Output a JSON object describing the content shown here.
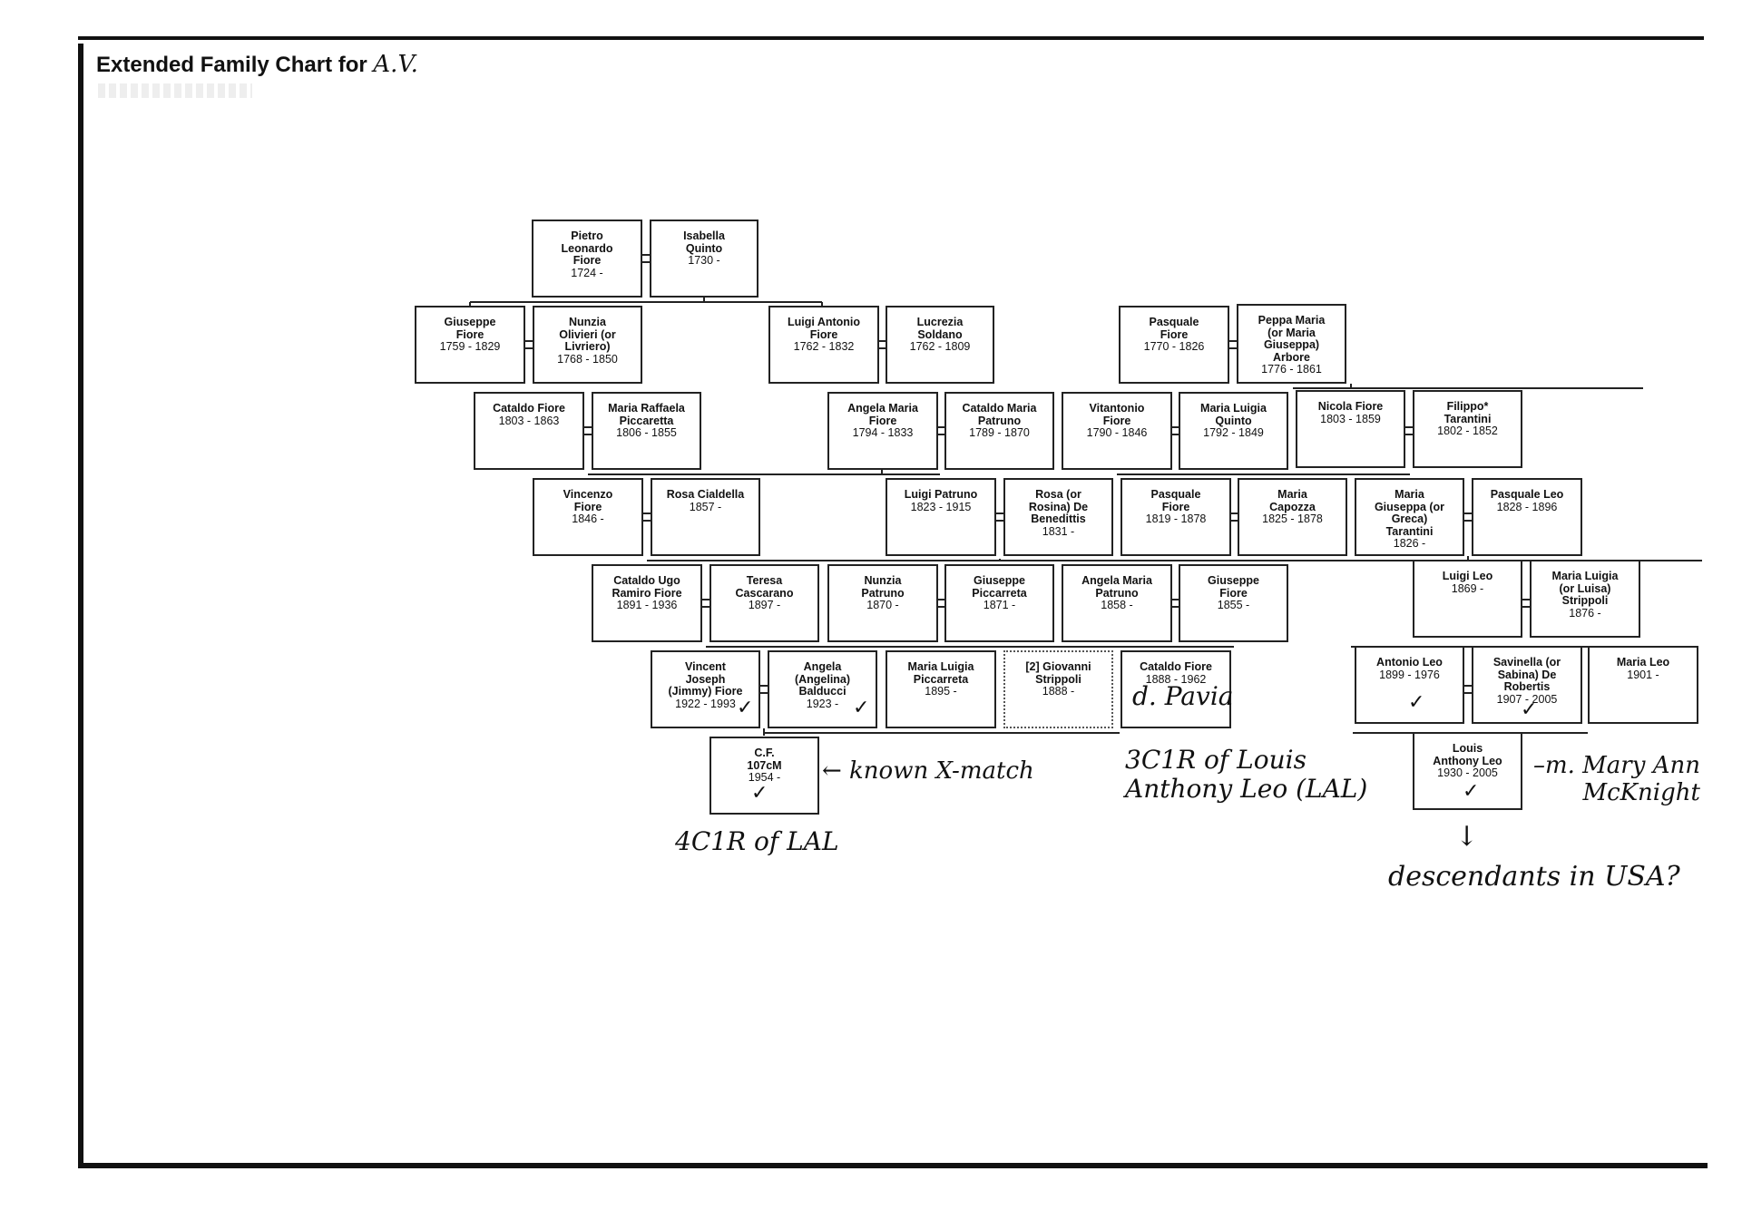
{
  "title": {
    "text": "Extended Family Chart for",
    "handwritten": "A.V."
  },
  "people": [
    {
      "id": "p1",
      "name": "Pietro\nLeonardo\nFiore",
      "dates": "1724 -"
    },
    {
      "id": "p2",
      "name": "Isabella\nQuinto",
      "dates": "1730 -"
    },
    {
      "id": "p3",
      "name": "Giuseppe\nFiore",
      "dates": "1759 - 1829"
    },
    {
      "id": "p4",
      "name": "Nunzia\nOlivieri (or\nLivriero)",
      "dates": "1768 - 1850"
    },
    {
      "id": "p5",
      "name": "Luigi Antonio\nFiore",
      "dates": "1762 - 1832"
    },
    {
      "id": "p6",
      "name": "Lucrezia\nSoldano",
      "dates": "1762 - 1809"
    },
    {
      "id": "p7",
      "name": "Pasquale\nFiore",
      "dates": "1770 - 1826"
    },
    {
      "id": "p8",
      "name": "Peppa Maria\n(or Maria\nGiuseppa)\nArbore",
      "dates": "1776 - 1861"
    },
    {
      "id": "p9",
      "name": "Cataldo Fiore",
      "dates": "1803 - 1863"
    },
    {
      "id": "p10",
      "name": "Maria Raffaela\nPiccaretta",
      "dates": "1806 - 1855"
    },
    {
      "id": "p11",
      "name": "Angela Maria\nFiore",
      "dates": "1794 - 1833"
    },
    {
      "id": "p12",
      "name": "Cataldo Maria\nPatruno",
      "dates": "1789 - 1870"
    },
    {
      "id": "p13",
      "name": "Vitantonio\nFiore",
      "dates": "1790 - 1846"
    },
    {
      "id": "p14",
      "name": "Maria Luigia\nQuinto",
      "dates": "1792 - 1849"
    },
    {
      "id": "p15",
      "name": "Nicola Fiore",
      "dates": "1803 - 1859"
    },
    {
      "id": "p16",
      "name": "Filippo*\nTarantini",
      "dates": "1802 - 1852"
    },
    {
      "id": "p17",
      "name": "Vincenzo\nFiore",
      "dates": "1846 -"
    },
    {
      "id": "p18",
      "name": "Rosa Cialdella",
      "dates": "1857 -"
    },
    {
      "id": "p19",
      "name": "Luigi Patruno",
      "dates": "1823 - 1915"
    },
    {
      "id": "p20",
      "name": "Rosa (or\nRosina) De\nBenedittis",
      "dates": "1831 -"
    },
    {
      "id": "p21",
      "name": "Pasquale\nFiore",
      "dates": "1819 - 1878"
    },
    {
      "id": "p22",
      "name": "Maria\nCapozza",
      "dates": "1825 - 1878"
    },
    {
      "id": "p23",
      "name": "Maria\nGiuseppa (or\nGreca)\nTarantini",
      "dates": "1826 -"
    },
    {
      "id": "p24",
      "name": "Pasquale Leo",
      "dates": "1828 - 1896"
    },
    {
      "id": "p25",
      "name": "Cataldo Ugo\nRamiro Fiore",
      "dates": "1891 - 1936"
    },
    {
      "id": "p26",
      "name": "Teresa\nCascarano",
      "dates": "1897 -"
    },
    {
      "id": "p27",
      "name": "Nunzia\nPatruno",
      "dates": "1870 -"
    },
    {
      "id": "p28",
      "name": "Giuseppe\nPiccarreta",
      "dates": "1871 -"
    },
    {
      "id": "p29",
      "name": "Angela Maria\nPatruno",
      "dates": "1858 -"
    },
    {
      "id": "p30",
      "name": "Giuseppe\nFiore",
      "dates": "1855 -"
    },
    {
      "id": "p31",
      "name": "Luigi Leo",
      "dates": "1869 -"
    },
    {
      "id": "p32",
      "name": "Maria Luigia\n(or Luisa)\nStrippoli",
      "dates": "1876 -"
    },
    {
      "id": "p33",
      "name": "Vincent\nJoseph\n(Jimmy) Fiore",
      "dates": "1922 - 1993"
    },
    {
      "id": "p34",
      "name": "Angela\n(Angelina)\nBalducci",
      "dates": "1923 -"
    },
    {
      "id": "p35",
      "name": "Maria Luigia\nPiccarreta",
      "dates": "1895 -"
    },
    {
      "id": "p36",
      "name": "[2] Giovanni\nStrippoli",
      "dates": "1888 -"
    },
    {
      "id": "p37",
      "name": "Cataldo Fiore",
      "dates": "1888 - 1962"
    },
    {
      "id": "p38",
      "name": "Antonio Leo",
      "dates": "1899 - 1976"
    },
    {
      "id": "p39",
      "name": "Savinella (or\nSabina) De\nRobertis",
      "dates": "1907 - 2005"
    },
    {
      "id": "p40",
      "name": "Maria Leo",
      "dates": "1901 -"
    },
    {
      "id": "p41",
      "name": "C.F.\n107cM",
      "dates": "1954 -"
    },
    {
      "id": "p42",
      "name": "Louis\nAnthony Leo",
      "dates": "1930 - 2005"
    }
  ],
  "ticks": {
    "mark": "✓"
  },
  "annotations": {
    "known_x": "← known X-match",
    "fourth_cousin": "4C1R of LAL",
    "third_cousin": "3C1R of Louis\nAnthony Leo (LAL)",
    "paria": "d. Pavia",
    "married": "–m. Mary Ann\nMcKnight",
    "arrow": "↓",
    "descendants": "descendants in USA?"
  }
}
